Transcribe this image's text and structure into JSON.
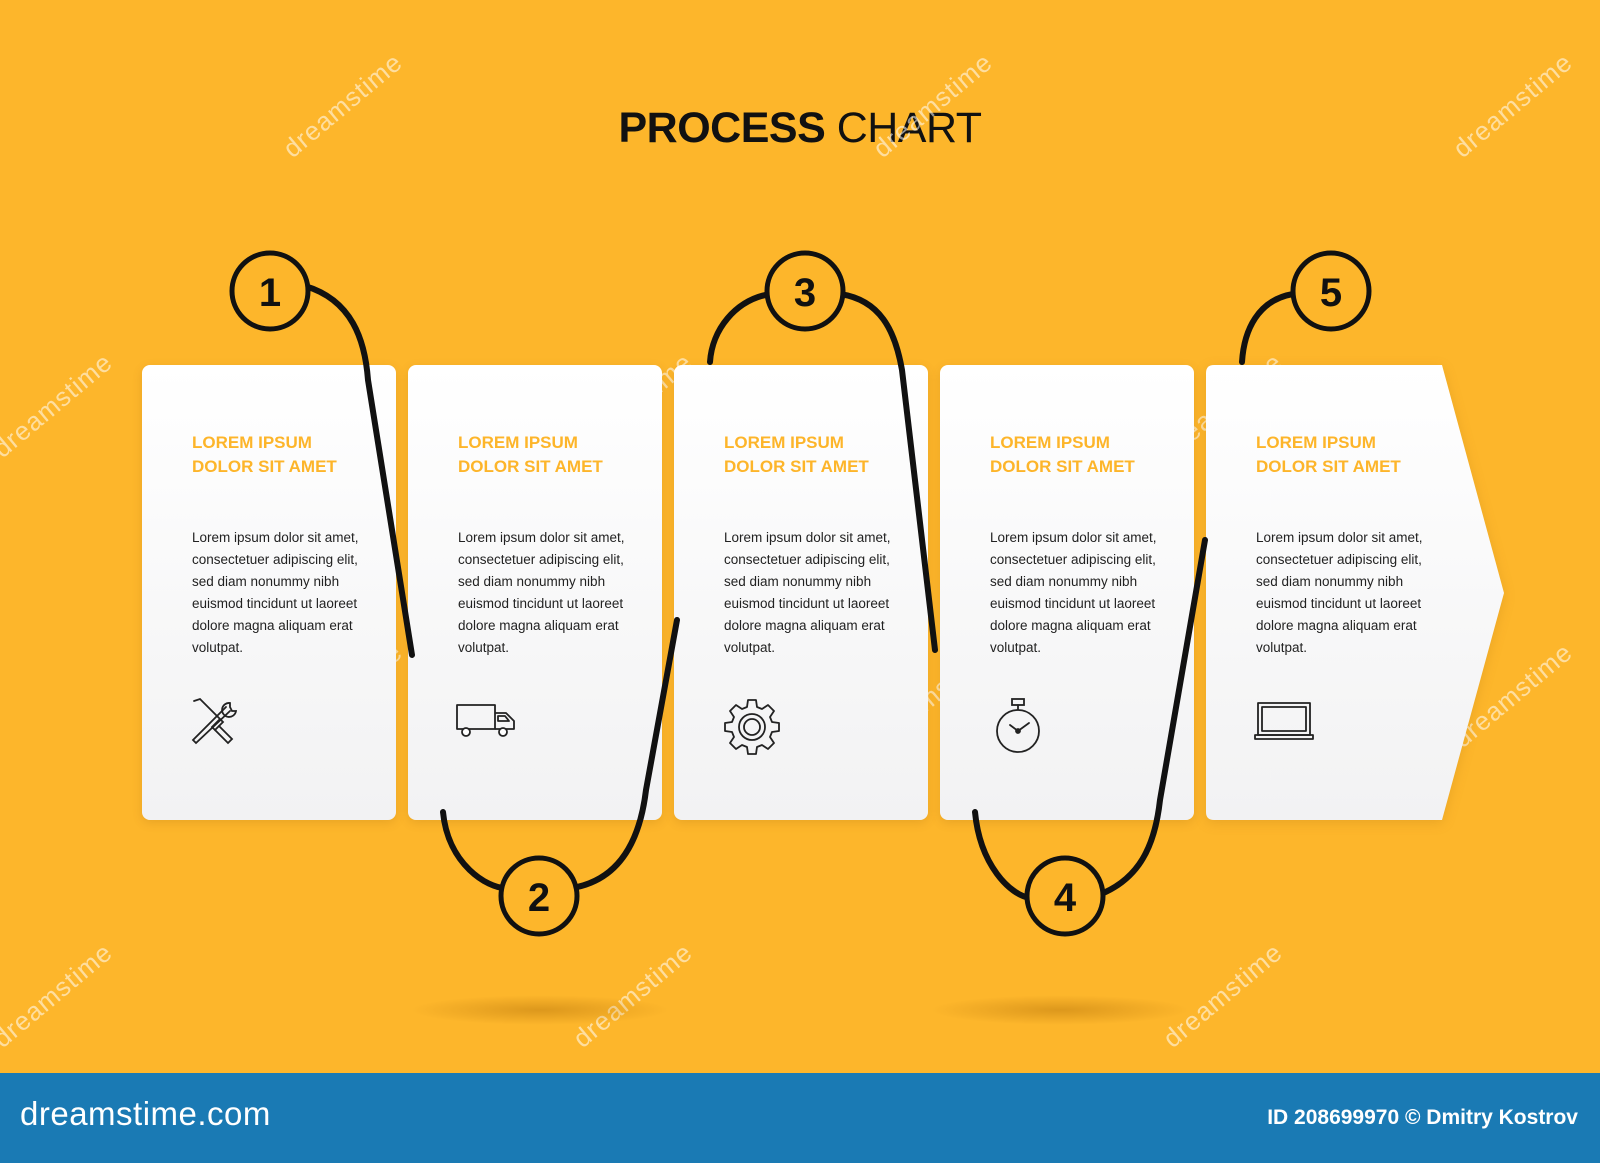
{
  "title": {
    "bold": "PROCESS",
    "light": " CHART"
  },
  "steps": [
    {
      "number": "1",
      "heading_1": "LOREM IPSUM",
      "heading_2": "DOLOR SIT AMET",
      "body": [
        "Lorem ipsum dolor sit amet,",
        "consectetuer adipiscing elit,",
        "sed diam nonummy nibh",
        "euismod tincidunt ut laoreet",
        "dolore magna aliquam erat",
        "volutpat."
      ],
      "icon": "tools-icon"
    },
    {
      "number": "2",
      "heading_1": "LOREM IPSUM",
      "heading_2": "DOLOR SIT AMET",
      "body": [
        "Lorem ipsum dolor sit amet,",
        "consectetuer adipiscing elit,",
        "sed diam nonummy nibh",
        "euismod tincidunt ut laoreet",
        "dolore magna aliquam erat",
        "volutpat."
      ],
      "icon": "truck-icon"
    },
    {
      "number": "3",
      "heading_1": "LOREM IPSUM",
      "heading_2": "DOLOR SIT AMET",
      "body": [
        "Lorem ipsum dolor sit amet,",
        "consectetuer adipiscing elit,",
        "sed diam nonummy nibh",
        "euismod tincidunt ut laoreet",
        "dolore magna aliquam erat",
        "volutpat."
      ],
      "icon": "gear-icon"
    },
    {
      "number": "4",
      "heading_1": "LOREM IPSUM",
      "heading_2": "DOLOR SIT AMET",
      "body": [
        "Lorem ipsum dolor sit amet,",
        "consectetuer adipiscing elit,",
        "sed diam nonummy nibh",
        "euismod tincidunt ut laoreet",
        "dolore magna aliquam erat",
        "volutpat."
      ],
      "icon": "stopwatch-icon"
    },
    {
      "number": "5",
      "heading_1": "LOREM IPSUM",
      "heading_2": "DOLOR SIT AMET",
      "body": [
        "Lorem ipsum dolor sit amet,",
        "consectetuer adipiscing elit,",
        "sed diam nonummy nibh",
        "euismod tincidunt ut laoreet",
        "dolore magna aliquam erat",
        "volutpat."
      ],
      "icon": "laptop-icon"
    }
  ],
  "footer": {
    "brand": "dreamstime.com",
    "credit": "ID 208699970 © Dmitry Kostrov"
  },
  "watermark": "dreamstime",
  "colors": {
    "background": "#fdb62b",
    "accent": "#fdb52a",
    "footer": "#1a7ab4",
    "line": "#111111"
  }
}
